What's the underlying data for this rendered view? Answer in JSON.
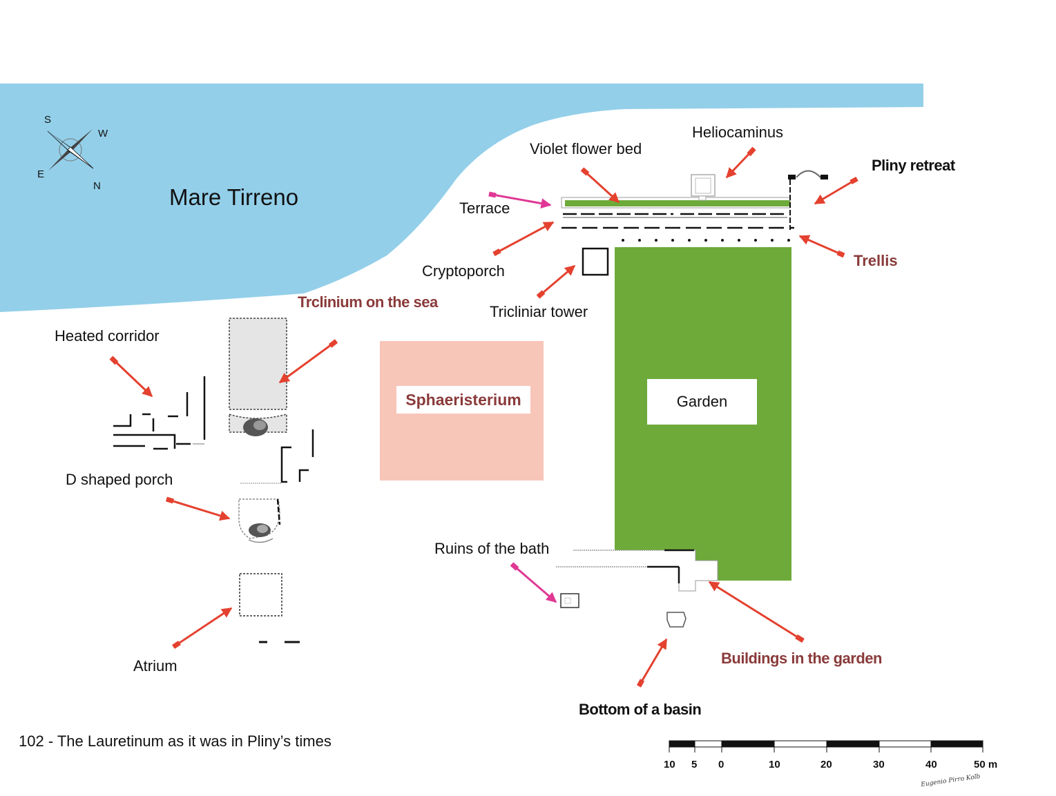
{
  "map": {
    "sea_label": "Mare Tirreno",
    "caption": "102 - The Lauretinum as it was in Pliny’s times",
    "compass": {
      "s": "S",
      "w": "W",
      "e": "E",
      "n": "N"
    },
    "colors": {
      "sea": "#93cfe9",
      "garden": "#6daa3a",
      "sphaeristerium": "#f8c5b9",
      "arrow_red": "#e4412f",
      "arrow_magenta": "#e03894",
      "label_red": "#8a3a3a"
    },
    "labels": {
      "heliocaminus": "Heliocaminus",
      "violet_flower_bed": "Violet flower bed",
      "pliny_retreat": "Pliny retreat",
      "terrace": "Terrace",
      "cryptoporch": "Cryptoporch",
      "trellis": "Trellis",
      "triclinium_on_the_sea": "Trclinium on the sea",
      "tricliniar_tower": "Tricliniar tower",
      "heated_corridor": "Heated corridor",
      "sphaeristerium": "Sphaeristerium",
      "garden": "Garden",
      "d_shaped_porch": "D shaped porch",
      "ruins_of_the_bath": "Ruins of the bath",
      "buildings_in_the_garden": "Buildings in the garden",
      "atrium": "Atrium",
      "bottom_of_a_basin": "Bottom of a basin"
    },
    "scale_bar": {
      "ticks": [
        "10",
        "5",
        "0",
        "10",
        "20",
        "30",
        "40",
        "50 m"
      ]
    },
    "signature": "Eugenio Pirro Kolb"
  }
}
